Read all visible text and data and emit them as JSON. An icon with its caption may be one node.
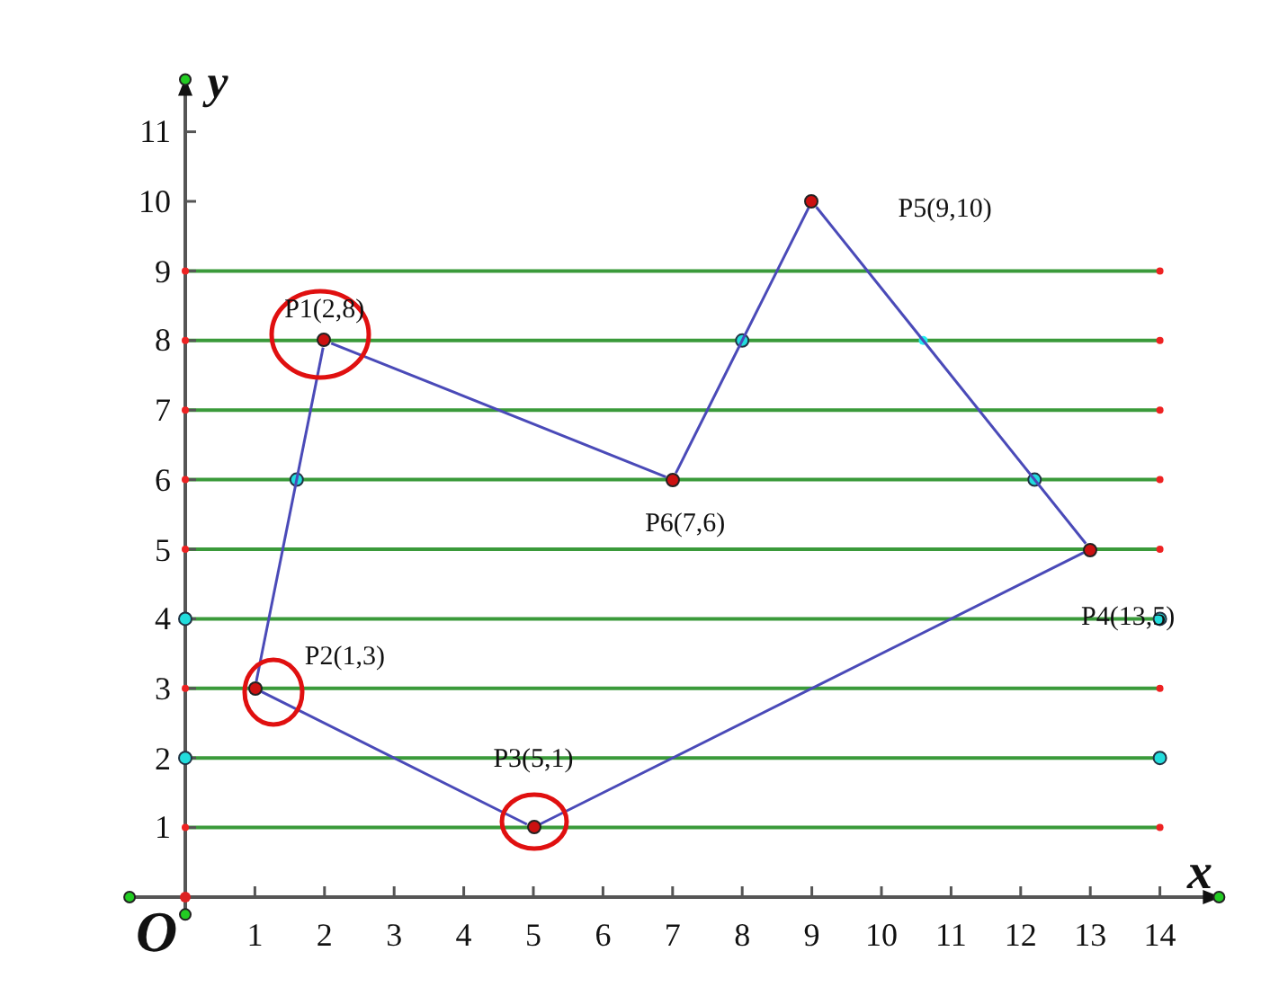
{
  "diagram": {
    "nodes": [
      {
        "text": [],
        "shape": "circle",
        "beside": [
          "P2(1,3)"
        ]
      },
      {
        "text": [],
        "shape": "circle",
        "beside": [
          "P1(2,8)"
        ]
      },
      {
        "text": [],
        "shape": "circle",
        "beside": [
          "P3(5,1)"
        ]
      },
      {
        "text": [],
        "shape": "circle",
        "beside": [
          "P6(7,6)"
        ]
      },
      {
        "text": [],
        "shape": "circle",
        "beside": [
          "P5(9,10)"
        ]
      },
      {
        "text": [],
        "shape": "circle",
        "beside": [
          "P4(13,5)"
        ]
      }
    ],
    "edges": [
      {
        "from": 1,
        "to": 0,
        "arrow": "none"
      },
      {
        "from": 0,
        "to": 2,
        "arrow": "none"
      },
      {
        "from": 2,
        "to": 5,
        "arrow": "none"
      },
      {
        "from": 5,
        "to": 4,
        "arrow": "none"
      },
      {
        "from": 4,
        "to": 3,
        "arrow": "none"
      },
      {
        "from": 3,
        "to": 1,
        "arrow": "none"
      }
    ],
    "labels": [
      "y",
      "11",
      "10",
      "9",
      "8",
      "7",
      "6",
      "5",
      "4",
      "3",
      "2",
      "1",
      "x",
      "O",
      "1",
      "2",
      "3",
      "4",
      "5",
      "6",
      "7",
      "8",
      "9",
      "10",
      "11",
      "12",
      "13",
      "14"
    ]
  }
}
